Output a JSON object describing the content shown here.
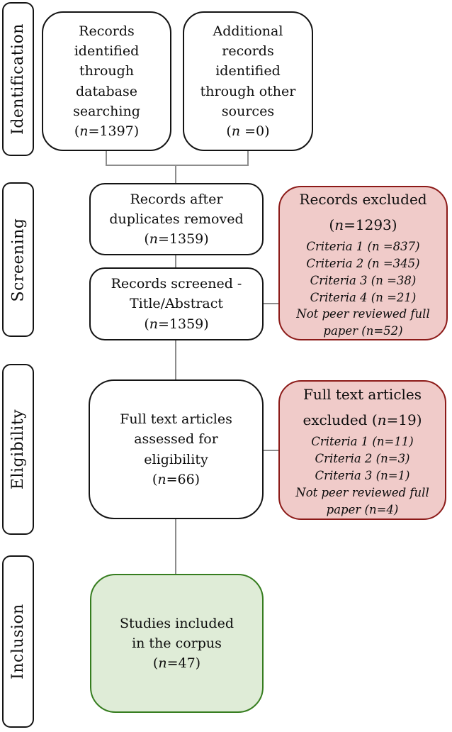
{
  "palette": {
    "connector": "#8c8c8c",
    "box_border": "#141414",
    "excluded_fill": "#f0cbc9",
    "excluded_border": "#8c1a18",
    "included_fill": "#dfecd7",
    "included_border": "#367d1f"
  },
  "sidebar": {
    "labels": [
      "Identification",
      "Screening",
      "Eligibility",
      "Inclusion"
    ]
  },
  "flow": {
    "records_identified": {
      "text": "Records identified through database searching",
      "count": "(n=1397)"
    },
    "additional_records": {
      "text": "Additional records identified through other sources",
      "count": "(n =0)"
    },
    "duplicates_removed": {
      "text": "Records after duplicates removed",
      "count": "(n=1359)"
    },
    "records_screened": {
      "text": "Records screened - Title/Abstract",
      "count": "(n=1359)"
    },
    "full_text_assessed": {
      "text": "Full text articles assessed for eligibility",
      "count": "(n=66)"
    },
    "studies_included": {
      "text": "Studies included in the corpus",
      "count": "(n=47)"
    }
  },
  "excluded": {
    "records_excluded": {
      "title": "Records excluded",
      "count": "(n=1293)",
      "details": [
        "Criteria 1 (n =837)",
        "Criteria 2 (n =345)",
        "Criteria 3 (n =38)",
        "Criteria 4 (n =21)",
        "Not peer reviewed full paper (n=52)"
      ]
    },
    "full_text_excluded": {
      "title": "Full text articles excluded",
      "count": "(n=19)",
      "details": [
        "Criteria 1 (n=11)",
        "Criteria 2 (n=3)",
        "Criteria 3 (n=1)",
        "Not peer reviewed full paper (n=4)"
      ]
    }
  }
}
